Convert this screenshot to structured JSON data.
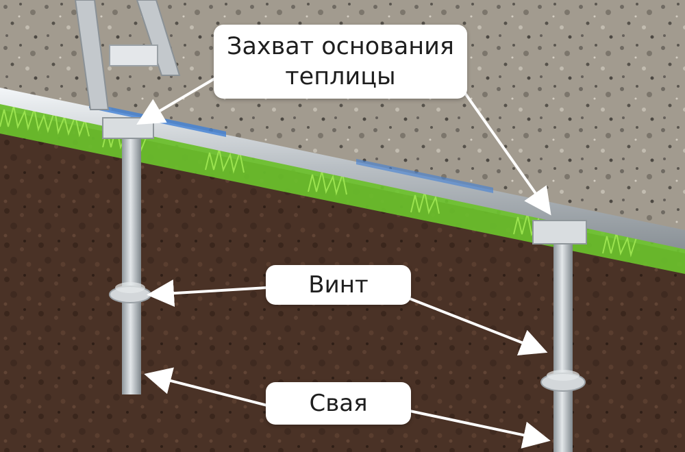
{
  "callouts": {
    "base_grip": {
      "line1": "Захват основания",
      "line2": "теплицы"
    },
    "screw": {
      "label": "Винт"
    },
    "pile": {
      "label": "Свая"
    }
  },
  "colors": {
    "soil": "#4a3226",
    "gravel": "#a29b8f",
    "grass": "#7ed23a",
    "metal": "#c6cbcf",
    "callout_bg": "#ffffff",
    "text": "#1e1e1e"
  }
}
